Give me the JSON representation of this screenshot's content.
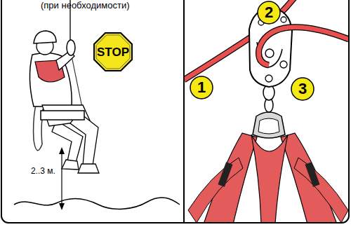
{
  "diagram": {
    "nodes": [
      {
        "text": [
          "STOP"
        ]
      },
      {
        "text": [
          "2"
        ]
      },
      {
        "text": [
          "1"
        ]
      },
      {
        "text": [
          "3"
        ]
      }
    ],
    "labels": [
      "(при необходимости)",
      "2..3 м."
    ]
  }
}
